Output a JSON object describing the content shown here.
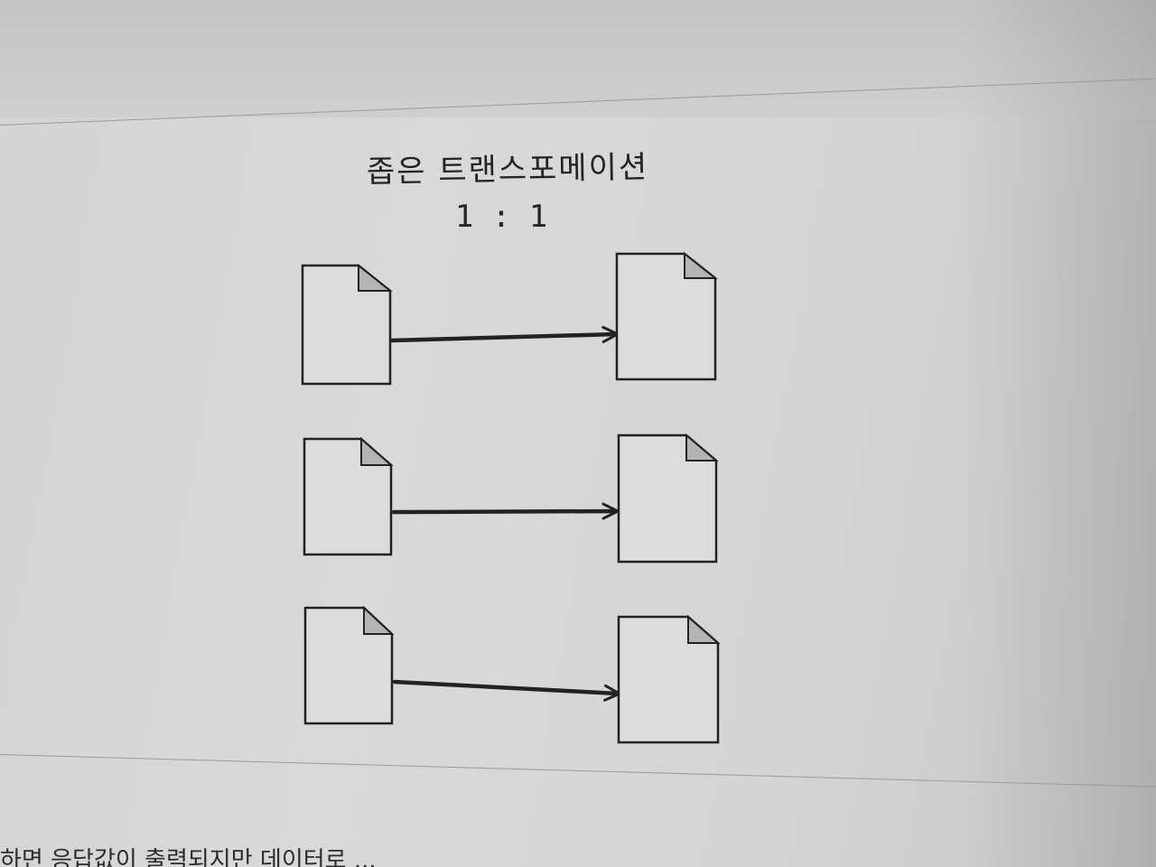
{
  "diagram": {
    "title": "좁은 트랜스포메이션",
    "ratio": "1 : 1",
    "rows": [
      {
        "name": "mapping-row-1"
      },
      {
        "name": "mapping-row-2"
      },
      {
        "name": "mapping-row-3"
      }
    ]
  },
  "page_text": {
    "bottom_line": "하면 응답값이 출력되지만 데이터로 ..."
  },
  "colors": {
    "ink": "#222222",
    "paper": "#d7d7d7",
    "fold": "#b4b4b4"
  }
}
